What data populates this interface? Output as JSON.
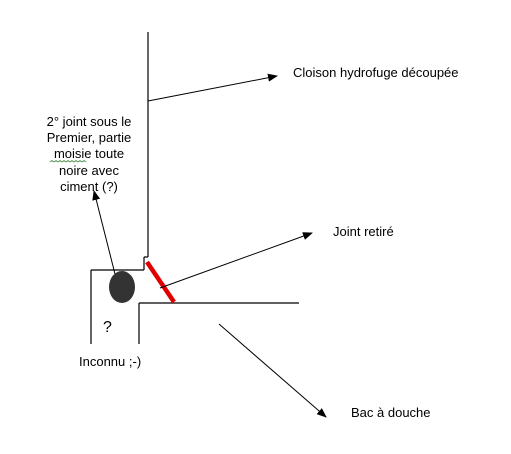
{
  "labels": {
    "cloison": "Cloison hydrofuge découpée",
    "joint_retire": "Joint retiré",
    "bac": "Bac à douche",
    "inconnu": "Inconnu ;-)",
    "question": "?",
    "second_joint": [
      "2° joint sous le",
      "Premier, partie",
      "moisie toute",
      "noire avec",
      "ciment (?)"
    ]
  },
  "colors": {
    "line": "#000000",
    "removed_joint": "#e00000",
    "moldy_joint": "#333333",
    "background": "#ffffff"
  }
}
